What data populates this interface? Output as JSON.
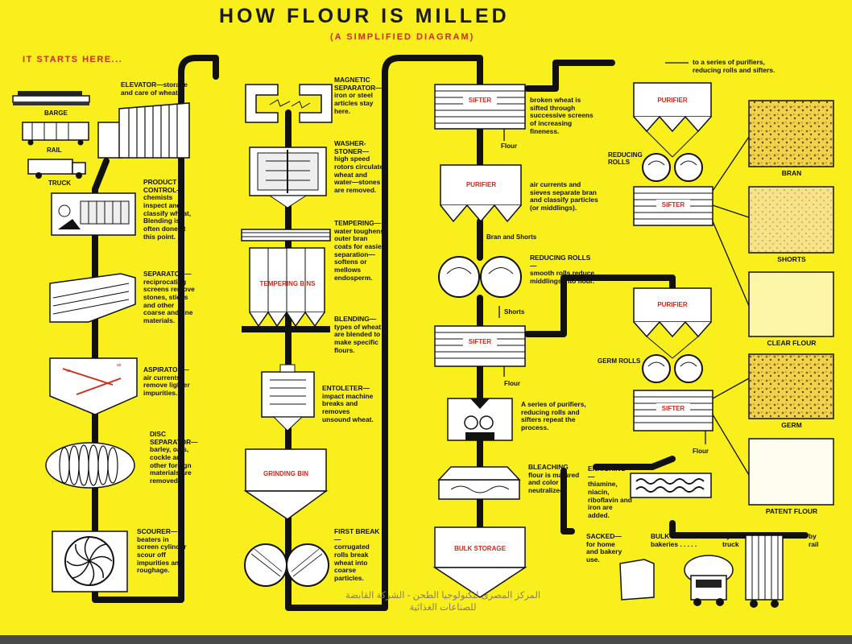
{
  "title": "HOW FLOUR IS MILLED",
  "subtitle": "(A SIMPLIFIED DIAGRAM)",
  "start_label": "IT STARTS HERE...",
  "transport": {
    "barge": "BARGE",
    "rail": "RAIL",
    "truck": "TRUCK"
  },
  "column1": {
    "elevator": {
      "title": "ELEVATOR",
      "text": "—storage and care of wheat."
    },
    "product_control": {
      "title": "PRODUCT CONTROL—",
      "text": "chemists inspect and classify wheat, Blending is often done at this point."
    },
    "separator": {
      "title": "SEPARATOR—",
      "text": "reciprocating screens remove stones, sticks and other coarse and fine materials."
    },
    "aspirator": {
      "title": "ASPIRATOR—",
      "text": "air currents remove lighter impurities."
    },
    "disc_separator": {
      "title": "DISC SEPARATOR—",
      "text": "barley, oats, cockle and other foreign materials are removed."
    },
    "scourer": {
      "title": "SCOURER—",
      "text": "beaters in screen cylinder scour off impurities and roughage."
    }
  },
  "column2": {
    "magnetic": {
      "title": "MAGNETIC SEPARATOR—",
      "text": "iron or steel articles stay here."
    },
    "washer": {
      "title": "WASHER-STONER—",
      "text": "high speed rotors circulate wheat and water—stones are removed."
    },
    "tempering": {
      "title": "TEMPERING—",
      "text": "water toughens outer bran coats for easier separation—softens or mellows endosperm."
    },
    "tempering_bins": "TEMPERING BINS",
    "blending": {
      "title": "BLENDING—",
      "text": "types of wheat are blended to make specific flours."
    },
    "entoleter": {
      "title": "ENTOLETER—",
      "text": "impact machine breaks and removes unsound wheat."
    },
    "grinding_bin": "GRINDING BIN",
    "first_break": {
      "title": "FIRST BREAK—",
      "text": "corrugated rolls break wheat into coarse particles."
    }
  },
  "column3": {
    "sifter1": "SIFTER",
    "sifter1_text": "broken wheat is sifted through successive screens of increasing fineness.",
    "flour1": "Flour",
    "purifier1": "PURIFIER",
    "purifier1_text": "air currents and sieves separate bran and classify particles (or middlings).",
    "bran_shorts": "Bran and Shorts",
    "reducing_rolls": {
      "title": "REDUCING ROLLS—",
      "text": "smooth rolls reduce middlings into flour."
    },
    "shorts": "Shorts",
    "sifter2": "SIFTER",
    "flour2": "Flour",
    "series_text": "A series of purifiers, reducing rolls and sifters repeat the process.",
    "bleaching": {
      "title": "BLEACHING",
      "text": "flour is matured and color neutralized."
    },
    "bulk_storage": "BULK STORAGE"
  },
  "column4": {
    "to_series": "to a series of purifiers, reducing rolls and sifters.",
    "purifier_top": "PURIFIER",
    "reducing_rolls_label": "REDUCING ROLLS",
    "sifter_mid": "SIFTER",
    "purifier_mid": "PURIFIER",
    "germ_rolls": "GERM ROLLS",
    "sifter_low": "SIFTER",
    "flour_low": "Flour",
    "enriching": {
      "title": "ENRICHING—",
      "text": "thiamine, niacin, riboflavin and iron are added."
    },
    "sacked": {
      "title": "SACKED—",
      "text": "for home and bakery use."
    },
    "bulk_delivery": "BULK DELIVERY to bakeries . . . . .",
    "by_truck": "by truck",
    "by_rail": "by rail"
  },
  "products": [
    "BRAN",
    "SHORTS",
    "CLEAR FLOUR",
    "GERM",
    "PATENT FLOUR"
  ],
  "watermark": "المركز المصرى لتكنولوجيا الطحن - الشركة القابضة للصناعات الغذائية",
  "colors": {
    "background": "#f8ef1c",
    "line": "#111111",
    "accent": "#d02a1a",
    "product_fill": "#fdf6a8",
    "speckle": "#e8c43a"
  }
}
